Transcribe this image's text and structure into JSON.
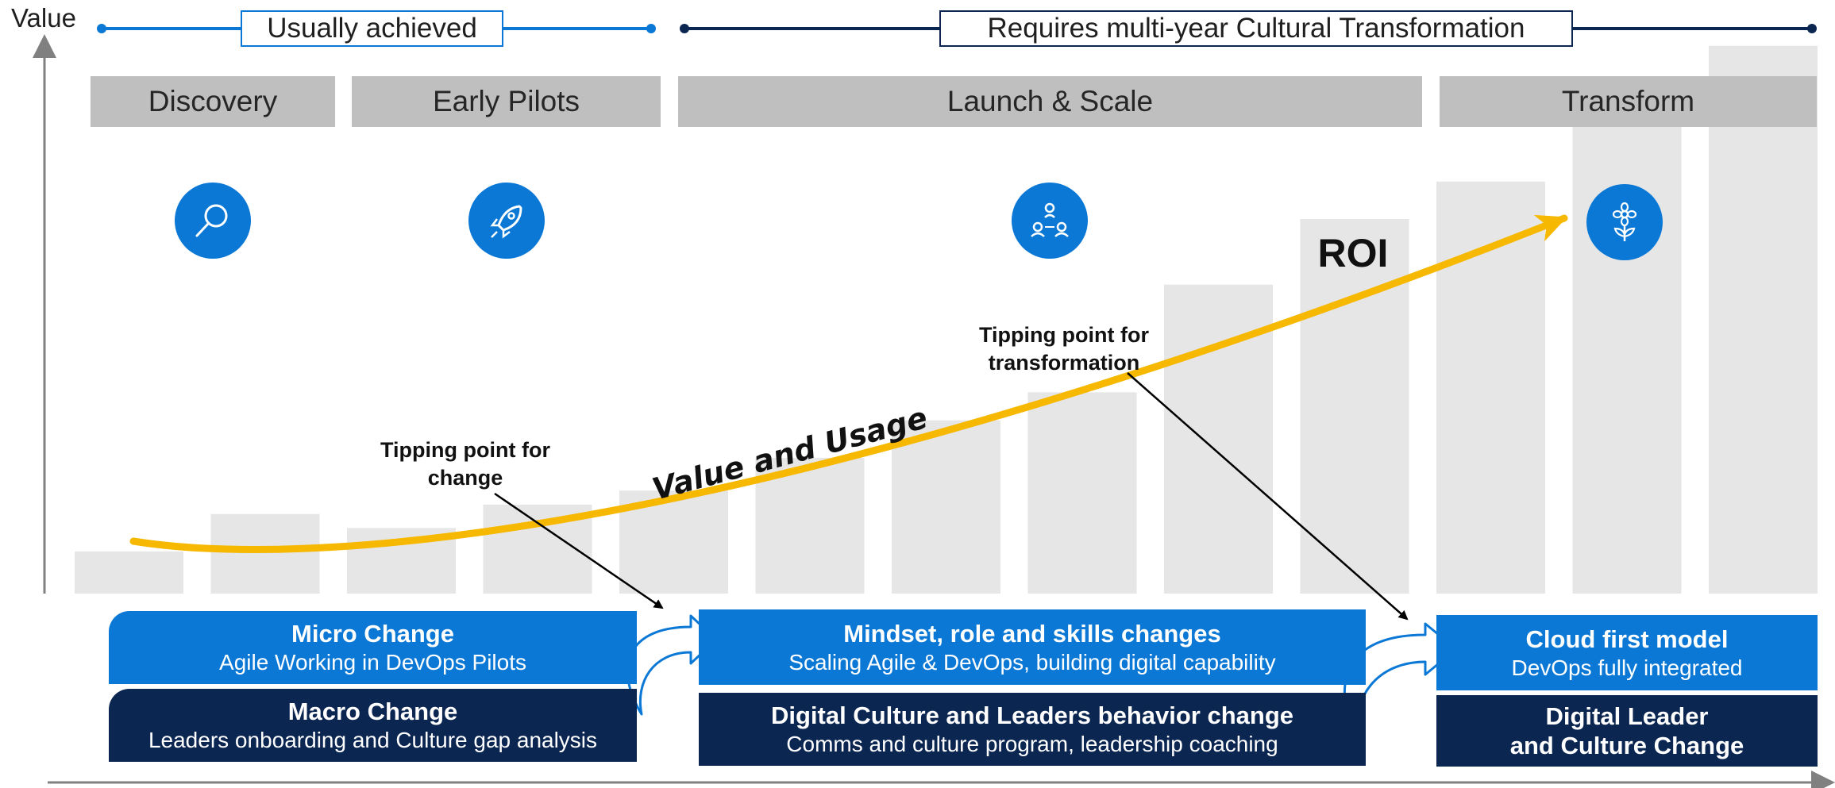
{
  "axis": {
    "y_label": "Value"
  },
  "brackets": {
    "left": "Usually achieved",
    "right": "Requires multi-year Cultural Transformation"
  },
  "phases": [
    "Discovery",
    "Early Pilots",
    "Launch & Scale",
    "Transform"
  ],
  "icons": [
    "search-icon",
    "rocket-icon",
    "team-network-icon",
    "flower-icon"
  ],
  "curve": {
    "label": "Value and Usage",
    "end_label": "ROI"
  },
  "annotations": {
    "change": [
      "Tipping point for",
      "change"
    ],
    "transformation": [
      "Tipping point for",
      "transformation"
    ]
  },
  "bars": [
    0.09,
    0.17,
    0.14,
    0.19,
    0.22,
    0.29,
    0.37,
    0.43,
    0.66,
    0.8,
    0.88,
    1.0,
    1.17
  ],
  "boxes": {
    "micro": {
      "title": "Micro Change",
      "subtitle": "Agile Working in DevOps Pilots"
    },
    "macro": {
      "title": "Macro Change",
      "subtitle": "Leaders onboarding and Culture gap analysis"
    },
    "mindset": {
      "title": "Mindset, role and skills changes",
      "subtitle": "Scaling Agile & DevOps, building digital capability"
    },
    "culture": {
      "title": "Digital Culture and Leaders behavior change",
      "subtitle": "Comms and culture program, leadership coaching"
    },
    "cloud": {
      "title": "Cloud first model",
      "subtitle": "DevOps fully integrated"
    },
    "leader": {
      "title_line1": "Digital Leader",
      "title_line2": "and Culture Change"
    }
  },
  "colors": {
    "blue": "#0b78d6",
    "navy": "#0c2652",
    "gold": "#f6b800",
    "bar": "#e6e6e6",
    "phase": "#bfbfbf"
  }
}
